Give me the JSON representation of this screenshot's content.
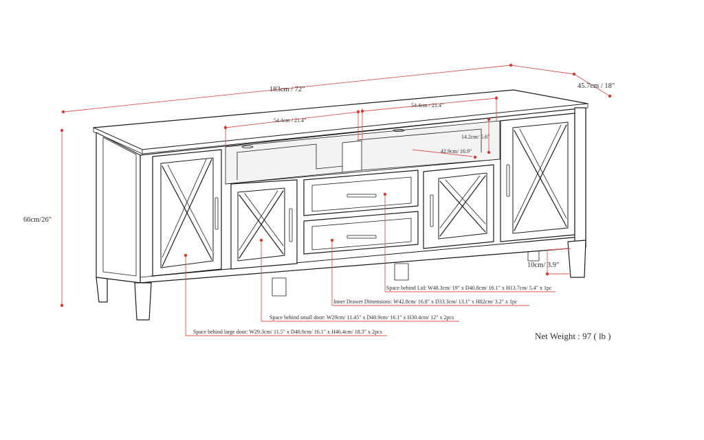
{
  "dimensions": {
    "overall_width": "183cm / 72\"",
    "overall_depth": "45.7cm / 18\"",
    "overall_height": "66cm/26\"",
    "shelf_width_left": "54.4cm / 21.4\"",
    "shelf_width_right": "54.4cm / 21.4\"",
    "shelf_height": "14.2cm/ 5.6\"",
    "shelf_depth": "42.9cm/ 16.9\"",
    "leg_clearance": "10cm/ 3.9\""
  },
  "callouts": {
    "space_behind_lid": "Space behind Lid: W48.3cm/ 19\" x D40.8cm/ 16.1\" x H13.7cm/ 5.4\" x 1pc",
    "inner_drawer": "Inner Drawer Dimensions: W42.8cm/ 16.8\" x D33.3cm/ 13.1\" x H82cm/ 3.2\" x 1pc",
    "small_door": "Space behind small door: W29cm/ 11.45\" x D40.9cm/ 16.1\" x H30.4cm/ 12\" x 2pcs",
    "large_door": "Space behind large door: W29.3cm/ 11.5\" x D40.9cm/ 16.1\" x H46.4cm/ 18.3\" x 2pcs"
  },
  "net_weight": "Net Weight : 97 ( lb )",
  "colors": {
    "dimension_line": "#d9534f",
    "dimension_dot": "#cf3b34",
    "outline": "#1a1a1a",
    "text": "#2a2a2a",
    "background": "#ffffff"
  }
}
